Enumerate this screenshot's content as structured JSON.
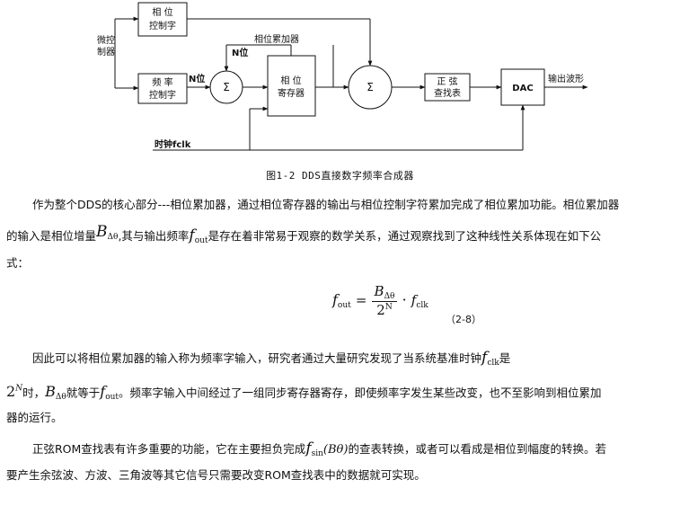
{
  "diagram": {
    "blocks": {
      "phase_control_word": [
        "相    位",
        "控制字"
      ],
      "micro_controller": [
        "微控",
        "制器"
      ],
      "freq_control_word": [
        "频    率",
        "控制字"
      ],
      "phase_register": [
        "相    位",
        "寄存器"
      ],
      "sine_lookup": [
        "正    弦",
        "查找表"
      ],
      "dac": "DAC"
    },
    "sum_symbol": "Σ",
    "labels": {
      "phase_accumulator": "相位累加器",
      "n_bit_top": "N位",
      "n_bit_input": "N位",
      "clock": "时钟fclk",
      "output": "输出波形"
    }
  },
  "caption": "图1-2 DDS直接数字频率合成器",
  "paragraph1": {
    "line1": "作为整个DDS的核心部分---相位累加器，通过相位寄存器的输出与相位控制字符累加完成了相位累加功能。相位累加器",
    "line2a": "的输入是相位增量",
    "line2b": ",其与输出频率",
    "line2c": "是存在着非常易于观察的数学关系，通过观察找到了这种线性关系体现在如下公",
    "line3": "式："
  },
  "math": {
    "B": "B",
    "B_sub": "Δθ",
    "f": "f",
    "out_sub": "out",
    "clk_sub": "clk",
    "two": "2",
    "N": "N",
    "sin_sub": "sin",
    "B_theta": "(Bθ)"
  },
  "formula": {
    "lhs": "f",
    "lhs_sub": "out",
    "eq": "=",
    "num": "B",
    "num_sub": "Δθ",
    "den_base": "2",
    "den_exp": "N",
    "dot": "·",
    "clk": "f",
    "clk_sub": "clk",
    "number": "（2-8）"
  },
  "paragraph2": {
    "line1a": "因此可以将相位累加器的输入称为频率字输入，研究者通过大量研究发现了当系统基准时钟",
    "line1b": "是",
    "line2a": "时，",
    "line2b": "就等于",
    "line2c": "。频率字输入中间经过了一组同步寄存器寄存，即使频率字发生某些改变，也不至影响到相位累加",
    "line3": "器的运行。"
  },
  "paragraph3": {
    "line1a": "正弦ROM查找表有许多重要的功能，它在主要担负完成",
    "line1b": "的查表转换，或者可以看成是相位到幅度的转换。若",
    "line2": "要产生余弦波、方波、三角波等其它信号只需要改变ROM查找表中的数据就可实现。"
  }
}
